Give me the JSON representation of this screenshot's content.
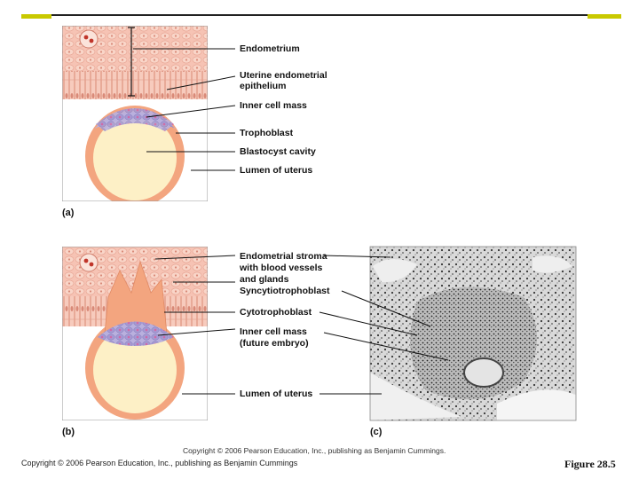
{
  "panel_a": {
    "letter": "(a)",
    "labels": {
      "endometrium": "Endometrium",
      "epithelium_1": "Uterine endometrial",
      "epithelium_2": "epithelium",
      "inner_cell_mass": "Inner cell mass",
      "trophoblast": "Trophoblast",
      "blastocyst_cavity": "Blastocyst cavity",
      "lumen": "Lumen of uterus"
    }
  },
  "panel_b": {
    "letter": "(b)",
    "labels": {
      "stroma_1": "Endometrial stroma",
      "stroma_2": "with blood vessels",
      "stroma_3": "and glands",
      "syncytio": "Syncytiotrophoblast",
      "cyto": "Cytotrophoblast",
      "icm_1": "Inner cell mass",
      "icm_2": "(future embryo)",
      "lumen": "Lumen of uterus"
    }
  },
  "panel_c": {
    "letter": "(c)"
  },
  "figure_copyright": "Copyright © 2006 Pearson Education, Inc., publishing as Benjamin Cummings.",
  "footer_copyright": "Copyright © 2006 Pearson Education, Inc., publishing as Benjamin Cummings",
  "figure_number": "Figure 28.5",
  "colors": {
    "endometrium": "#f6c3b4",
    "trophoblast": "#f3a57f",
    "cavity": "#fdf0c6",
    "icm": "#a89bd0",
    "header_accent": "#c9c900"
  }
}
